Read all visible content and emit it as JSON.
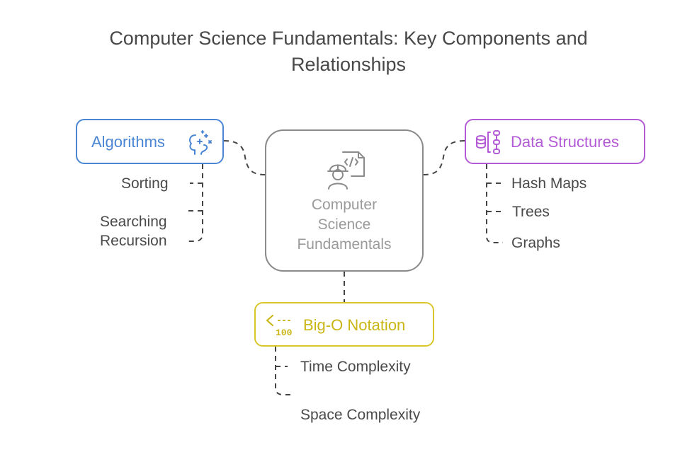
{
  "title": {
    "line1": "Computer Science Fundamentals: Key Components and",
    "line2": "Relationships"
  },
  "center": {
    "line1": "Computer",
    "line2": "Science",
    "line3": "Fundamentals",
    "icon": "developer-code-icon",
    "color": "#8a8a8a"
  },
  "algorithms": {
    "label": "Algorithms",
    "icon": "brain-sparkle-icon",
    "color": "#4a86d4",
    "items": [
      "Sorting",
      "Searching",
      "Recursion"
    ]
  },
  "data_structures": {
    "label": "Data Structures",
    "icon": "database-structure-icon",
    "color": "#b35ad6",
    "items": [
      "Hash Maps",
      "Trees",
      "Graphs"
    ]
  },
  "big_o": {
    "label": "Big-O Notation",
    "icon": "scale-100-icon",
    "color": "#c9b614",
    "items": [
      "Time Complexity",
      "Space Complexity"
    ]
  }
}
